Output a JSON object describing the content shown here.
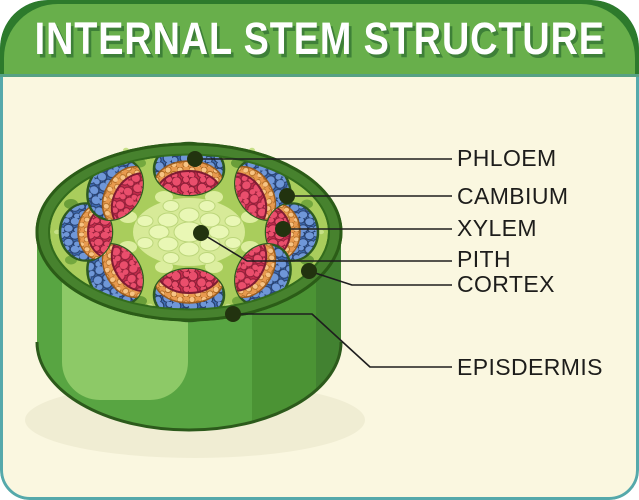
{
  "header": {
    "title": "INTERNAL STEM STRUCTURE"
  },
  "diagram": {
    "subject": "plant-stem-cross-section-cylinder",
    "labels": [
      {
        "id": "phloem",
        "text": "PHLOEM"
      },
      {
        "id": "cambium",
        "text": "CAMBIUM"
      },
      {
        "id": "xylem",
        "text": "XYLEM"
      },
      {
        "id": "pith",
        "text": "PITH"
      },
      {
        "id": "cortex",
        "text": "CORTEX"
      },
      {
        "id": "episdermis",
        "text": "EPISDERMIS"
      }
    ]
  },
  "colors": {
    "card_background": "#faf7e0",
    "card_border_teal": "#55a9ab",
    "header_green": "#68af4b",
    "header_border_dark_green": "#2d7a2c",
    "header_separator_teal": "#57a184",
    "title_text": "#ffffff",
    "title_shadow": "#3e8038",
    "stem_body_green": "#58a542",
    "stem_highlight_green": "#8dc967",
    "stem_shade_green": "#4b9334",
    "rim_dark_green": "#47822e",
    "cortex_fill": "#a9cd5c",
    "phloem_blue": "#5f8ed8",
    "cambium_orange": "#f6bc77",
    "xylem_red": "#ea4e6c",
    "pith_pale": "#e9f7b5",
    "leader_line": "#1e1e1e",
    "label_text": "#1d1d1b"
  }
}
